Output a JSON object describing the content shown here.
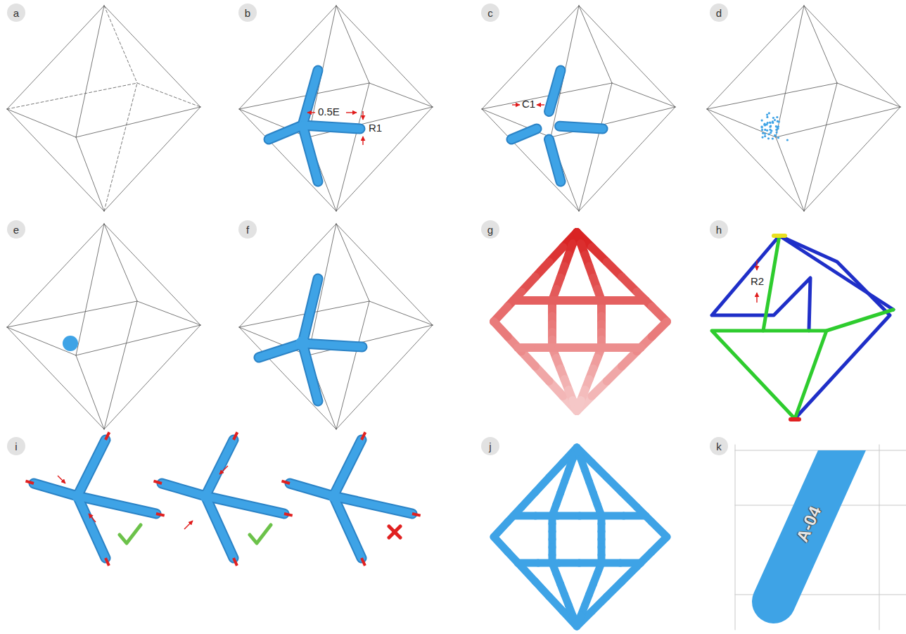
{
  "diagram": {
    "nodes": [
      {
        "text": [
          "a"
        ]
      },
      {
        "text": [
          "b"
        ]
      },
      {
        "text": [
          "c"
        ]
      },
      {
        "text": [
          "d"
        ]
      },
      {
        "text": [
          "e"
        ]
      },
      {
        "text": [
          "f"
        ]
      },
      {
        "text": [
          "g"
        ]
      },
      {
        "text": [
          "h"
        ]
      },
      {
        "text": [
          "i"
        ]
      },
      {
        "text": [
          "j"
        ]
      },
      {
        "text": [
          "k"
        ]
      }
    ],
    "labels": [
      "0.5E",
      "R1",
      "C1",
      "R2",
      "A-04"
    ]
  }
}
